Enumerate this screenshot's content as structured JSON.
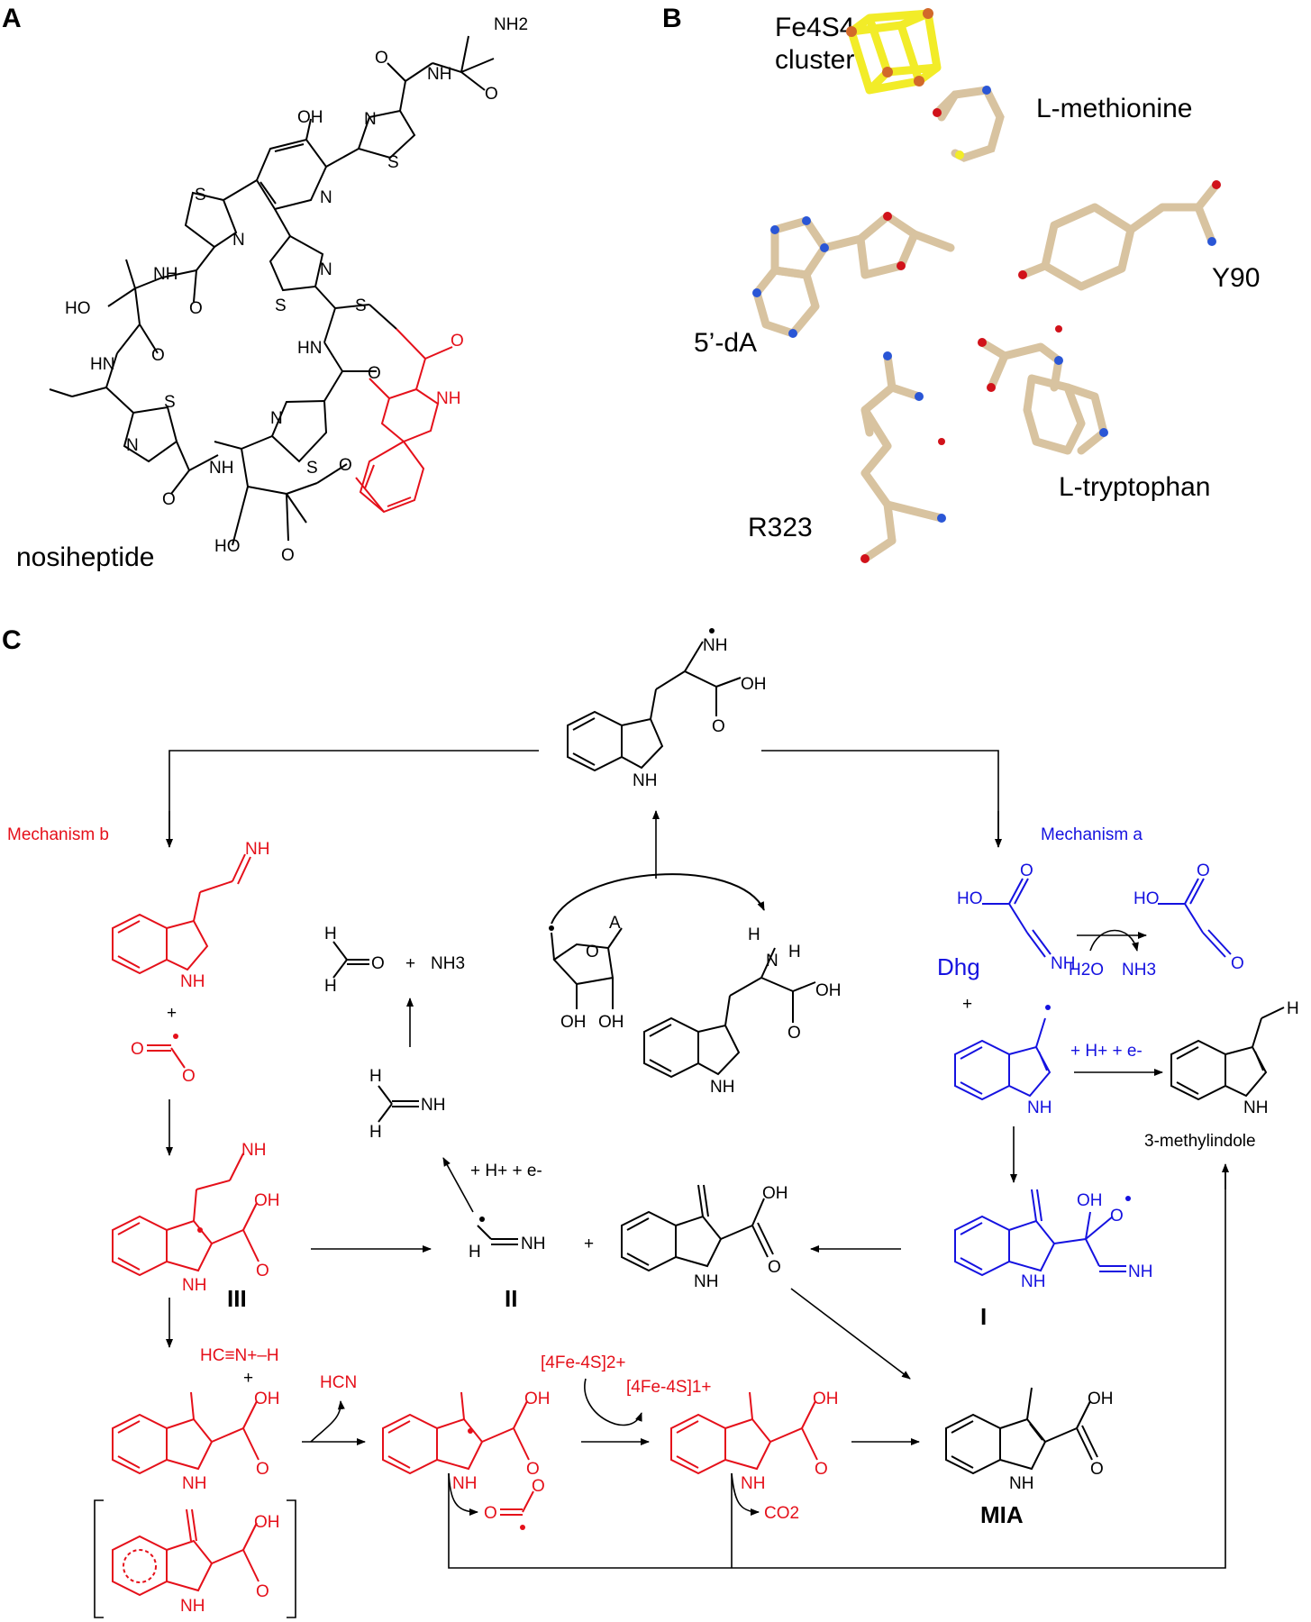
{
  "panels": {
    "a": "A",
    "b": "B",
    "c": "C"
  },
  "panel_a": {
    "compound_name": "nosiheptide",
    "atoms": {
      "nh2": "NH2",
      "oh": "OH",
      "n": "N",
      "s": "S",
      "o": "O",
      "nh": "NH",
      "ho": "HO",
      "hn": "HN",
      "h": "H"
    }
  },
  "panel_b": {
    "cluster_label_line1": "Fe4S4",
    "cluster_label_line2": "cluster",
    "methionine": "L-methionine",
    "y90": "Y90",
    "dA": "5’-dA",
    "r323": "R323",
    "tryptophan": "L-tryptophan",
    "colors": {
      "carbon": "#d8c3a0",
      "nitrogen": "#2a56d6",
      "oxygen": "#d1121a",
      "sulfur": "#f2ec28",
      "iron": "#d2692a"
    }
  },
  "panel_c": {
    "mechanism_b": "Mechanism b",
    "mechanism_a": "Mechanism a",
    "dhg": "Dhg",
    "h2o": "H2O",
    "nh3": "NH3",
    "plus": "+",
    "h_plus_e": "+ H+ + e-",
    "methylindole": "3-methylindole",
    "mia": "MIA",
    "int_I": "I",
    "int_II": "II",
    "int_III": "III",
    "hcn": "HCN",
    "hcnh": "HC≡N+–H",
    "co2": "CO2",
    "fes_2": "[4Fe-4S]2+",
    "fes_1": "[4Fe-4S]1+",
    "ribose_a": "A",
    "colors": {
      "mechanism_b": "#e5101a",
      "mechanism_a": "#1512e0"
    }
  }
}
